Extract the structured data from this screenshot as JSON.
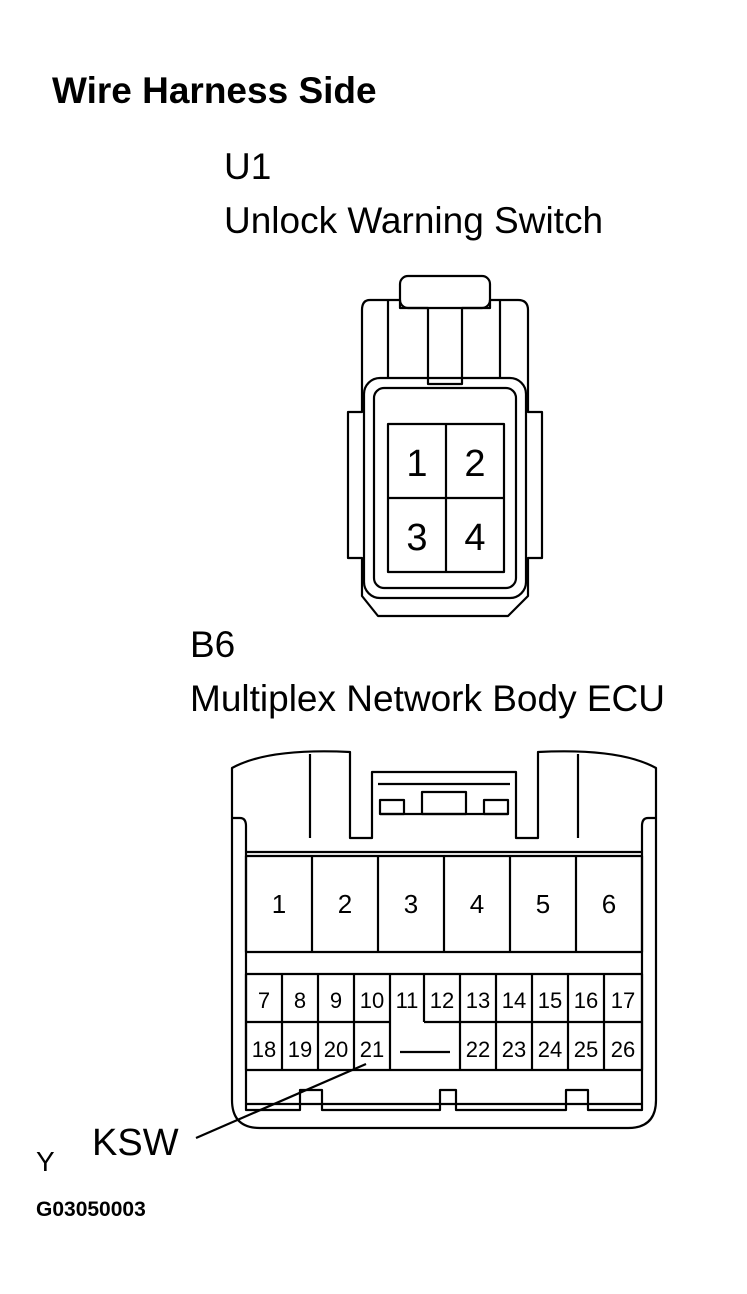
{
  "title": "Wire Harness Side",
  "connector_u1": {
    "code": "U1",
    "name": "Unlock Warning Switch",
    "pins": [
      "1",
      "2",
      "3",
      "4"
    ]
  },
  "connector_b6": {
    "code": "B6",
    "name": "Multiplex Network Body ECU",
    "large_pins": [
      "1",
      "2",
      "3",
      "4",
      "5",
      "6"
    ],
    "upper_small_pins": [
      "7",
      "8",
      "9",
      "10",
      "11",
      "12",
      "13",
      "14",
      "15",
      "16",
      "17"
    ],
    "lower_left_pins": [
      "18",
      "19",
      "20",
      "21"
    ],
    "lower_right_pins": [
      "22",
      "23",
      "24",
      "25",
      "26"
    ]
  },
  "callout": {
    "label": "KSW"
  },
  "corner_mark": "Y",
  "figure_id": "G03050003"
}
